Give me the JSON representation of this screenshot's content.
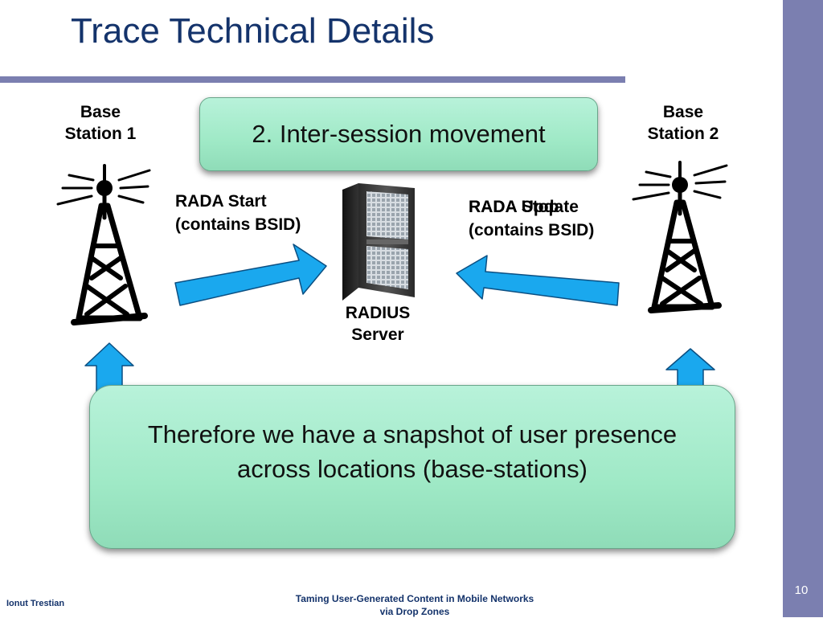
{
  "slide": {
    "title": "Trace Technical Details",
    "number": "10"
  },
  "base_station_1": {
    "line1": "Base",
    "line2": "Station 1"
  },
  "base_station_2": {
    "line1": "Base",
    "line2": "Station 2"
  },
  "top_box": {
    "text": "2. Inter-session movement"
  },
  "rada_left": {
    "line1": "RADA Start",
    "line2": "(contains BSID)"
  },
  "rada_right": {
    "overlap_a": "RADA Stop",
    "overlap_b": "RADA Update",
    "line2": "(contains BSID)"
  },
  "server": {
    "line1": "RADIUS",
    "line2": "Server"
  },
  "bottom_box": {
    "line1": "Therefore we have a snapshot of user presence",
    "line2": "across locations (base-stations)"
  },
  "footer": {
    "author": "Ionut Trestian",
    "talk_line1": "Taming User-Generated  Content in Mobile Networks",
    "talk_line2": "via Drop Zones"
  },
  "colors": {
    "title": "#14336b",
    "sidebar": "#7b7fb0",
    "box_fill": "#a6ecce",
    "arrow_fill": "#1aa8ee"
  },
  "icons": {
    "tower": "radio-tower-icon",
    "server": "server-tower-icon",
    "arrow": "block-arrow"
  }
}
